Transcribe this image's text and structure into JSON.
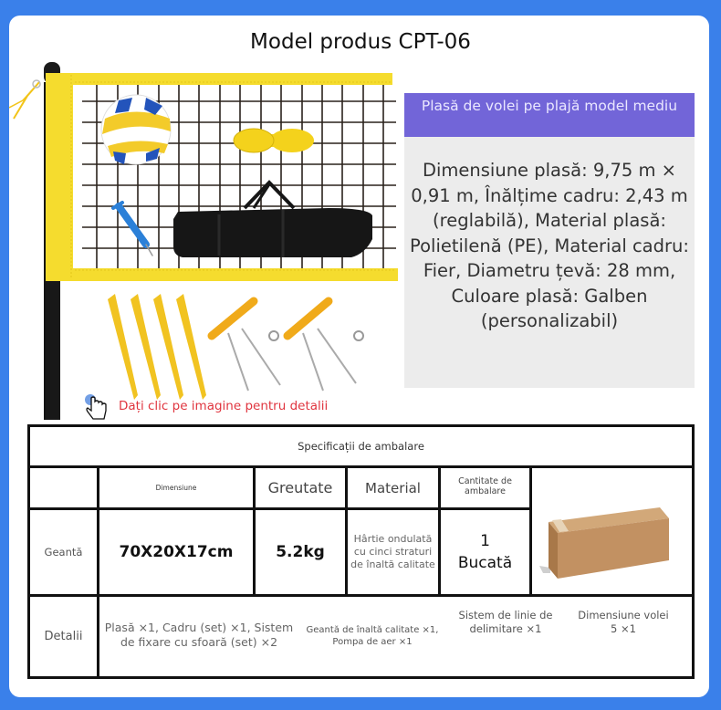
{
  "page": {
    "title": "Model produs CPT-06",
    "colors": {
      "background": "#3a80ea",
      "card": "#ffffff",
      "info_header": "#7265d8",
      "info_body": "#ececec",
      "hint_text": "#e0353f",
      "net_yellow": "#f5dc2e"
    }
  },
  "product_image": {
    "alt": "Set plasa volei: plasa galbena, cadru, minge volei, pompa de aer, geanta neagra, banda delimitare, tarusi, sistem fixare cu sfoara",
    "click_hint": "Dați clic pe imagine pentru detalii",
    "click_icon_label": "Indicator clic"
  },
  "info_panel": {
    "header": "Plasă de volei pe plajă model mediu",
    "body": "Dimensiune plasă: 9,75 m × 0,91 m, Înălțime cadru: 2,43 m (reglabilă), Material plasă: Polietilenă (PE), Material cadru: Fier, Diametru țevă: 28 mm, Culoare plasă: Galben (personalizabil)"
  },
  "packaging_table": {
    "title": "Specificații de ambalare",
    "headers": {
      "blank": "",
      "dimension": "Dimensiune",
      "weight": "Greutate",
      "material": "Material",
      "quantity": "Cantitate de ambalare"
    },
    "bag_row": {
      "label": "Geantă",
      "dimension": "70X20X17cm",
      "weight": "5.2kg",
      "material": "Hârtie ondulată cu cinci straturi de înaltă calitate",
      "quantity_number": "1",
      "quantity_unit": "Bucată"
    },
    "box_image_alt": "Cutie de carton",
    "details_row": {
      "label": "Detalii",
      "items": [
        "Plasă ×1, Cadru (set) ×1, Sistem de fixare cu sfoară (set) ×2",
        "Geantă de înaltă calitate ×1, Pompa de aer ×1",
        "Sistem de linie de delimitare ×1",
        "Dimensiune volei 5 ×1"
      ]
    }
  }
}
